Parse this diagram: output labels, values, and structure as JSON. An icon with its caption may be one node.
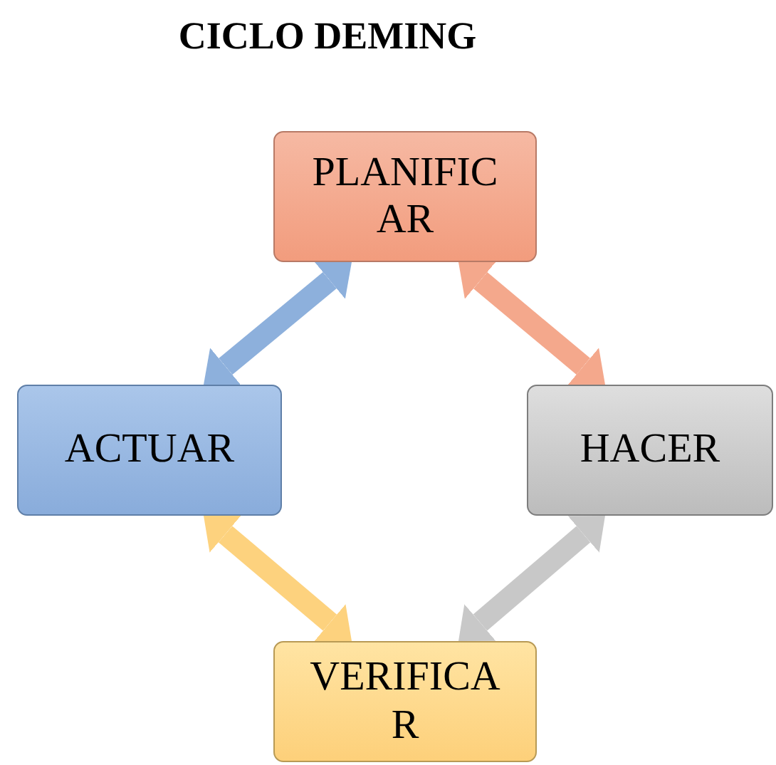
{
  "diagram": {
    "title": "CICLO DEMING",
    "nodes": [
      {
        "text": [
          "PLANIFICAR"
        ]
      },
      {
        "text": [
          "ACTUAR"
        ]
      },
      {
        "text": [
          "HACER"
        ]
      },
      {
        "text": [
          "VERIFICAR"
        ]
      }
    ],
    "edges": [
      {
        "from": 0,
        "to": 1,
        "arrow": "both",
        "color": "#8db0dc"
      },
      {
        "from": 0,
        "to": 2,
        "arrow": "both",
        "color": "#f4a88c"
      },
      {
        "from": 2,
        "to": 3,
        "arrow": "both",
        "color": "#c8c8c8"
      },
      {
        "from": 3,
        "to": 1,
        "arrow": "both",
        "color": "#fdd27e"
      }
    ]
  }
}
